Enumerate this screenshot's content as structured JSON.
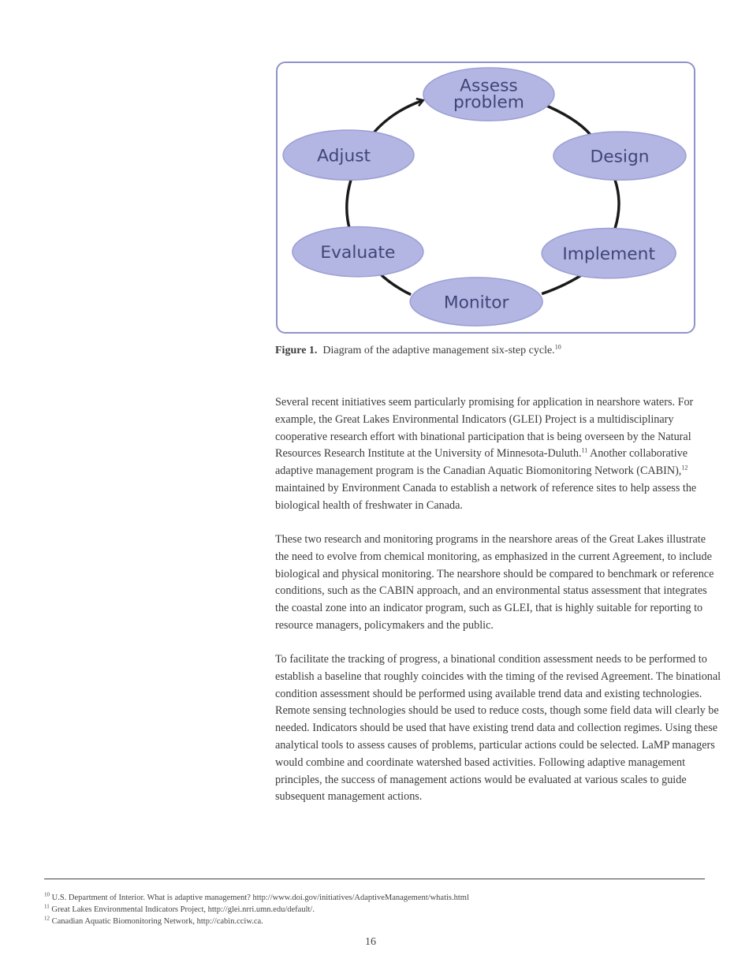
{
  "figure": {
    "nodes": [
      {
        "lines": [
          "Assess",
          "problem"
        ]
      },
      {
        "lines": [
          "Design"
        ]
      },
      {
        "lines": [
          "Implement"
        ]
      },
      {
        "lines": [
          "Monitor"
        ]
      },
      {
        "lines": [
          "Evaluate"
        ]
      },
      {
        "lines": [
          "Adjust"
        ]
      }
    ],
    "colors": {
      "node_fill": "#b3b6e2",
      "node_text": "#3f4577",
      "border": "#8f93c9",
      "arrow": "#1a1a1a"
    },
    "caption_label": "Figure 1.",
    "caption_text": "Diagram of the adaptive management six-step cycle.",
    "caption_ref": "10"
  },
  "body": {
    "p1": {
      "a": "Several recent initiatives seem particularly promising for application in nearshore waters. For example, the Great Lakes Environmental Indicators (GLEI) Project is a multidisciplinary cooperative research effort with binational participation that is being overseen by the Natural Resources Research Institute at the University of Minnesota-Duluth.",
      "ref1": "11",
      "b": " Another collaborative adaptive management program is the Canadian Aquatic Biomonitoring Network (CABIN),",
      "ref2": "12",
      "c": " maintained by Environment Canada to establish a network of reference sites to help assess the biological health of freshwater in Canada."
    },
    "p2": "These two research and monitoring programs in the nearshore areas of the Great Lakes illustrate the need to evolve from chemical monitoring, as emphasized in the current Agreement, to include biological and physical monitoring.  The nearshore should be compared to benchmark or reference conditions, such as the CABIN approach, and an environmental status assessment that integrates the coastal zone into an indicator program, such as GLEI, that is highly suitable for reporting to resource managers, policymakers and the public.",
    "p3": "To facilitate the tracking of progress, a binational condition assessment needs to be performed to establish a baseline that roughly coincides with the timing of the revised Agreement.  The binational condition assessment should be performed using available trend data and existing technologies.  Remote sensing technologies should be used to reduce costs, though some field data will clearly be needed.  Indicators should be used that have existing trend data and collection regimes.  Using these analytical tools to assess causes of problems, particular actions could be selected.  LaMP managers would combine and coordinate watershed based activities. Following adaptive management principles, the success of management actions would be evaluated at various scales to guide subsequent management actions."
  },
  "footnotes": [
    {
      "num": "10",
      "text": "U.S. Department of Interior.   What is adaptive management?  http://www.doi.gov/initiatives/AdaptiveManagement/whatis.html"
    },
    {
      "num": "11",
      "text": "Great Lakes Environmental Indicators Project,  http://glei.nrri.umn.edu/default/."
    },
    {
      "num": "12",
      "text": "Canadian Aquatic Biomonitoring Network,  http://cabin.cciw.ca."
    }
  ],
  "page_number": "16"
}
